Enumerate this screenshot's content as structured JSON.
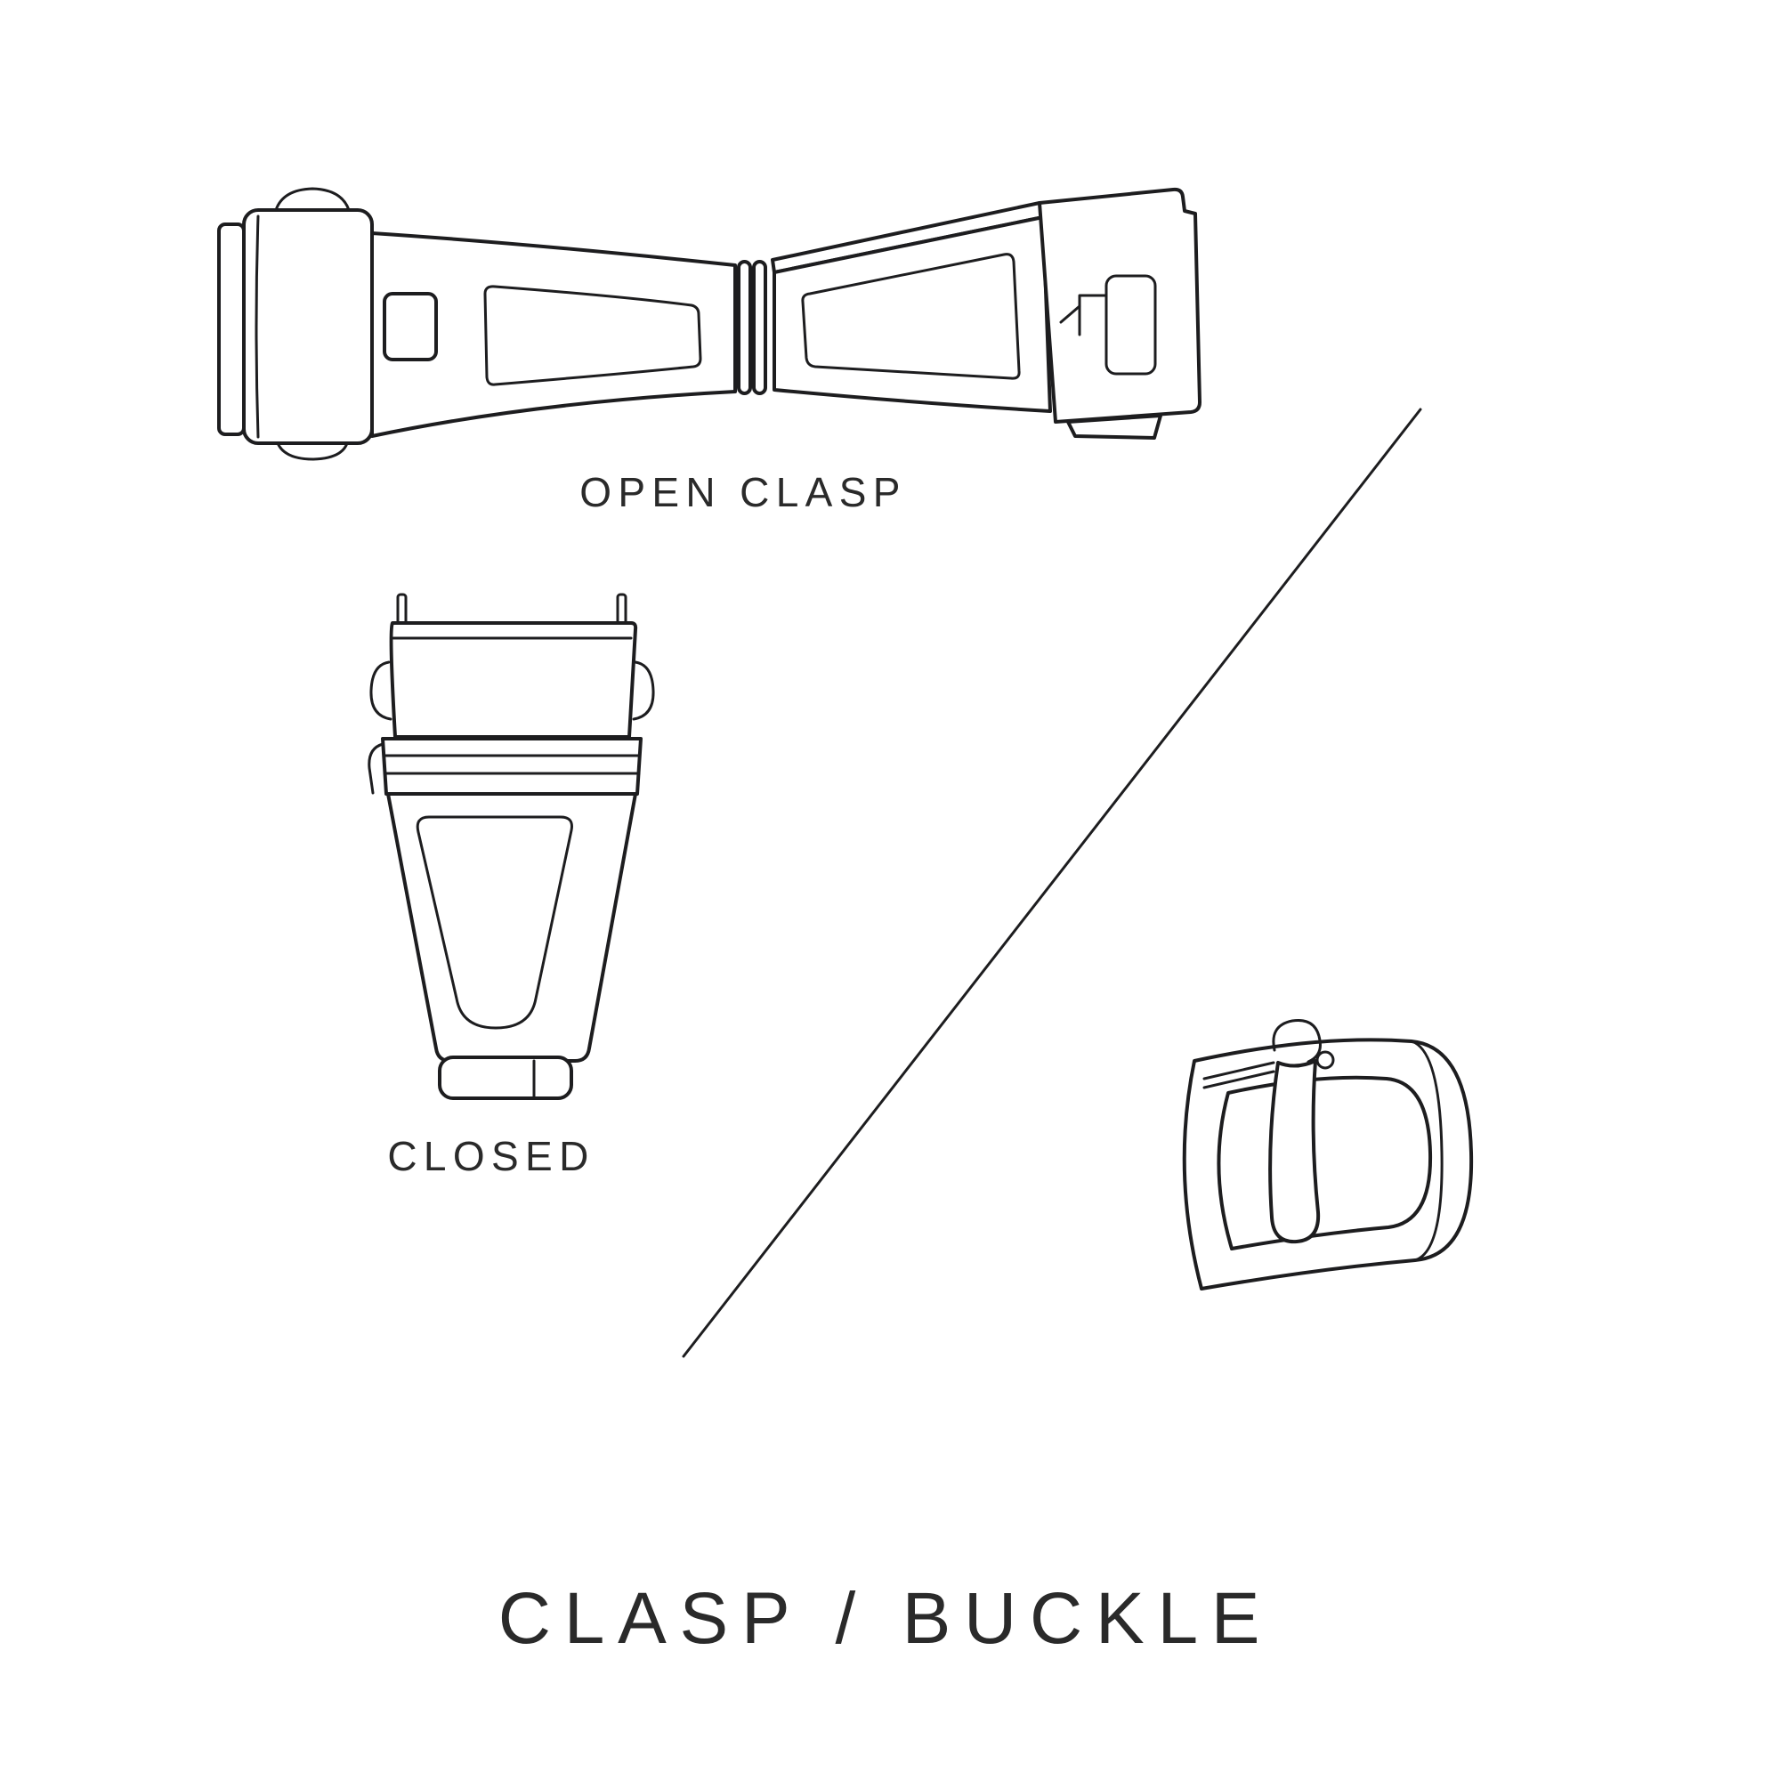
{
  "page": {
    "title": "CLASP / BUCKLE",
    "background": "#ffffff",
    "line_color": "#1d1d1f",
    "text_color": "#2a2a2a"
  },
  "labels": {
    "open_clasp": "OPEN CLASP",
    "closed": "CLOSED"
  },
  "illustrations": {
    "open_clasp": "open-clasp-line-drawing",
    "closed_clasp": "closed-clasp-line-drawing",
    "buckle": "tang-buckle-line-drawing",
    "divider": "diagonal-divider-line"
  }
}
